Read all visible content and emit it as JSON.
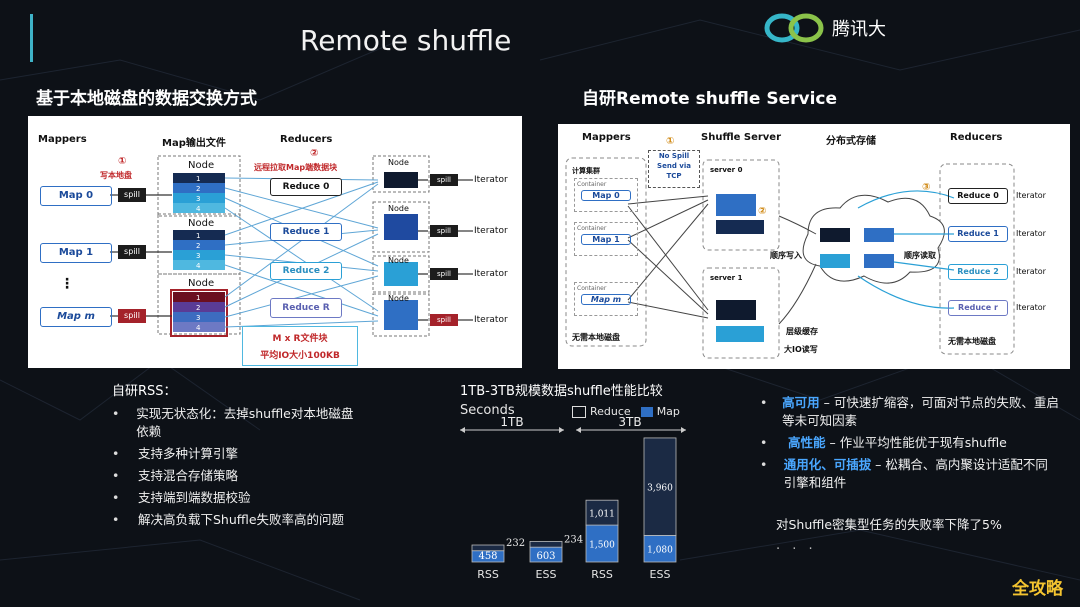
{
  "header": {
    "title": "Remote shuffle",
    "logo_text": "腾讯大"
  },
  "left_section": {
    "title": "基于本地磁盘的数据交换方式",
    "col_mappers": "Mappers",
    "col_map_output": "Map输出文件",
    "col_reducers": "Reducers",
    "step1": "①",
    "step1_text": "写本地盘",
    "step2": "②",
    "step2_text": "远程拉取Map端数据块",
    "maps": [
      "Map 0",
      "Map 1",
      "Map m"
    ],
    "spill": "spill",
    "node": "Node",
    "reducers": [
      "Reduce 0",
      "Reduce 1",
      "Reduce 2",
      "Reduce R"
    ],
    "iterator": "Iterator",
    "dots": "⋮",
    "blocks_text": "M x R文件块",
    "avg_io": "平均IO大小100KB"
  },
  "right_section": {
    "title": "自研Remote shuffle Service",
    "col_mappers": "Mappers",
    "col_shuffle_server": "Shuffle Server",
    "col_dist_storage": "分布式存储",
    "col_reducers": "Reducers",
    "compute_cluster": "计算集群",
    "container": "Container",
    "maps": [
      "Map 0",
      "Map 1",
      "Map m"
    ],
    "no_spill": "No Spill Send via TCP",
    "step1": "①",
    "step2": "②",
    "step3": "③",
    "server0": "server 0",
    "server1": "server 1",
    "seq_write": "顺序写入",
    "seq_read": "顺序读取",
    "tiered_storage": "层级缓存",
    "large_io": "大IO读写",
    "reducers": [
      "Reduce 0",
      "Reduce 1",
      "Reduce 2",
      "Reduce r"
    ],
    "iterator": "Iterator",
    "no_local_disk": "无需本地磁盘"
  },
  "rss_features": {
    "title": "自研RSS：",
    "items": [
      "实现无状态化：去掉shuffle对本地磁盘依赖",
      "支持多种计算引擎",
      "支持混合存储策略",
      "支持端到端数据校验",
      "解决高负载下Shuffle失败率高的问题"
    ]
  },
  "chart": {
    "title": "1TB-3TB规模数据shuffle性能比较",
    "unit_label": "Seconds",
    "legend": [
      "Reduce",
      "Map"
    ],
    "group_labels": [
      "1TB",
      "3TB"
    ]
  },
  "chart_data": {
    "type": "bar",
    "stacked": true,
    "title": "1TB-3TB规模数据shuffle性能比较",
    "ylabel": "Seconds",
    "categories": [
      "RSS",
      "ESS",
      "RSS",
      "ESS"
    ],
    "groups": [
      "1TB",
      "1TB",
      "3TB",
      "3TB"
    ],
    "series": [
      {
        "name": "Map",
        "values": [
          458,
          603,
          1500,
          1080
        ],
        "value_labels": [
          "458",
          "603",
          "1,500",
          "1,080"
        ],
        "color": "#2f6fc4"
      },
      {
        "name": "Reduce",
        "values": [
          232,
          234,
          1011,
          3960
        ],
        "value_labels": [
          "232",
          "234",
          "1,011",
          "3,960"
        ],
        "color": "#1b2a44"
      }
    ],
    "ylim": [
      0,
      5200
    ],
    "legend_position": "top-right"
  },
  "benefits": {
    "items": [
      {
        "highlight": "高可用",
        "text": " – 可快速扩缩容，可面对节点的失败、重启等未可知因素"
      },
      {
        "highlight": "高性能",
        "text": " – 作业平均性能优于现有shuffle"
      },
      {
        "highlight": "通用化、可插拔",
        "text": " – 松耦合、高内聚设计适配不同引擎和组件"
      }
    ],
    "summary": "对Shuffle密集型任务的失败率下降了5%",
    "obscured": "· · ·",
    "watermark": "全攻略"
  }
}
